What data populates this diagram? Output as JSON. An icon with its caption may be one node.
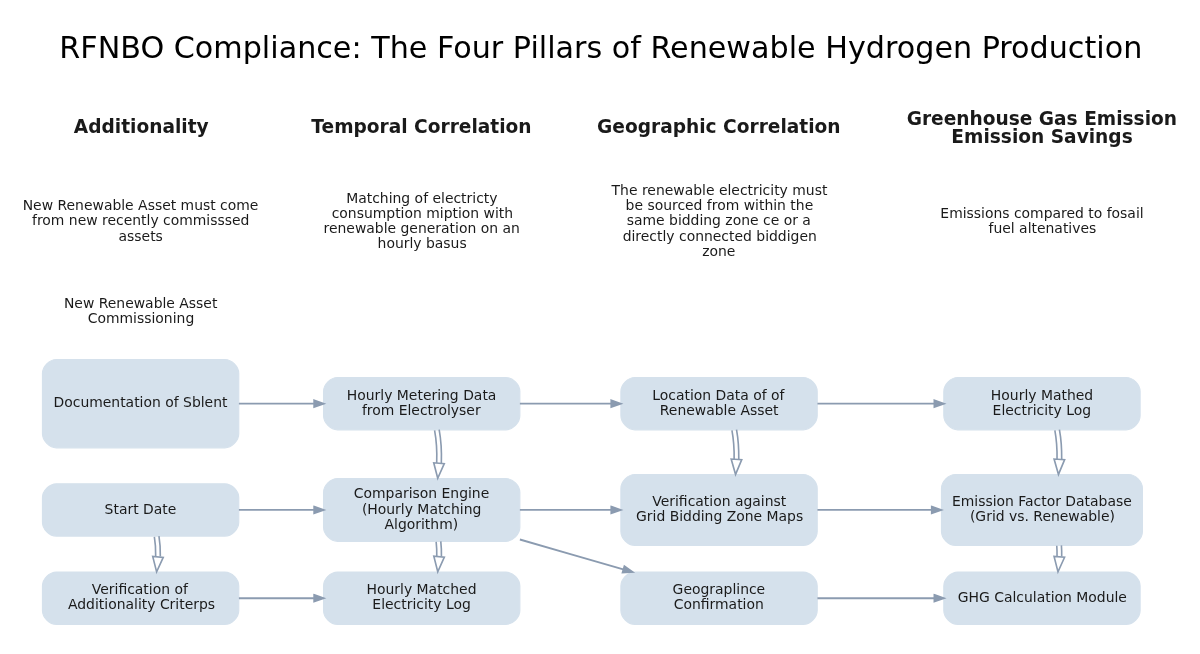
{
  "diagram": {
    "title": "RFNBO Compliance: The Four Pillars of Renewable Hydrogen Production",
    "nodes": [
      {
        "text": [
          "Documentation of Sblent"
        ]
      },
      {
        "text": [
          "Hourly Metering Data from Electrolyser"
        ]
      },
      {
        "text": [
          "Location Data of of Renewable Asset"
        ]
      },
      {
        "text": [
          "Hourly Mathed Electricity Log"
        ]
      },
      {
        "text": [
          "Start Date"
        ]
      },
      {
        "text": [
          "Comparison Engine",
          "(Hourly Matching Algorithm)"
        ]
      },
      {
        "text": [
          "Verification against Grid Bidding Zone Maps"
        ]
      },
      {
        "text": [
          "Emission Factor Database",
          "(Grid vs. Renewable)"
        ]
      },
      {
        "text": [
          "Verification of Additionality Criterps"
        ]
      },
      {
        "text": [
          "Hourly Matched Electricity Log"
        ]
      },
      {
        "text": [
          "Geograplince Confirmation"
        ]
      },
      {
        "text": [
          "GHG Calculation Module"
        ]
      }
    ],
    "edges": [
      {
        "from": 0,
        "to": 1,
        "arrow": "to"
      },
      {
        "from": 1,
        "to": 2,
        "arrow": "to"
      },
      {
        "from": 2,
        "to": 3,
        "arrow": "to"
      },
      {
        "from": 1,
        "to": 5,
        "arrow": "to"
      },
      {
        "from": 2,
        "to": 6,
        "arrow": "to"
      },
      {
        "from": 3,
        "to": 7,
        "arrow": "to"
      },
      {
        "from": 4,
        "to": 5,
        "arrow": "to"
      },
      {
        "from": 5,
        "to": 6,
        "arrow": "to"
      },
      {
        "from": 6,
        "to": 7,
        "arrow": "to"
      },
      {
        "from": 4,
        "to": 8,
        "arrow": "to"
      },
      {
        "from": 5,
        "to": 9,
        "arrow": "to"
      },
      {
        "from": 5,
        "to": 10,
        "arrow": "to"
      },
      {
        "from": 7,
        "to": 11,
        "arrow": "to"
      },
      {
        "from": 8,
        "to": 9,
        "arrow": "to"
      },
      {
        "from": 10,
        "to": 11,
        "arrow": "to"
      }
    ],
    "labels": [
      "Additionality",
      "Temporal Correlation",
      "Geographic Correlation",
      "Greenhouse Gas Emission Emission Savings",
      "New Renewable Asset must come from new recently commisssed assets",
      "Matching of electricty consumption miption with renewable generation on an hourly basus",
      "The renewable electricity must be sourced from within the same bidding zone ce or a directly connected biddigen zone",
      "Emissions compared to fosail fuel altenatives",
      "New Renewable Asset Commissioning"
    ]
  }
}
